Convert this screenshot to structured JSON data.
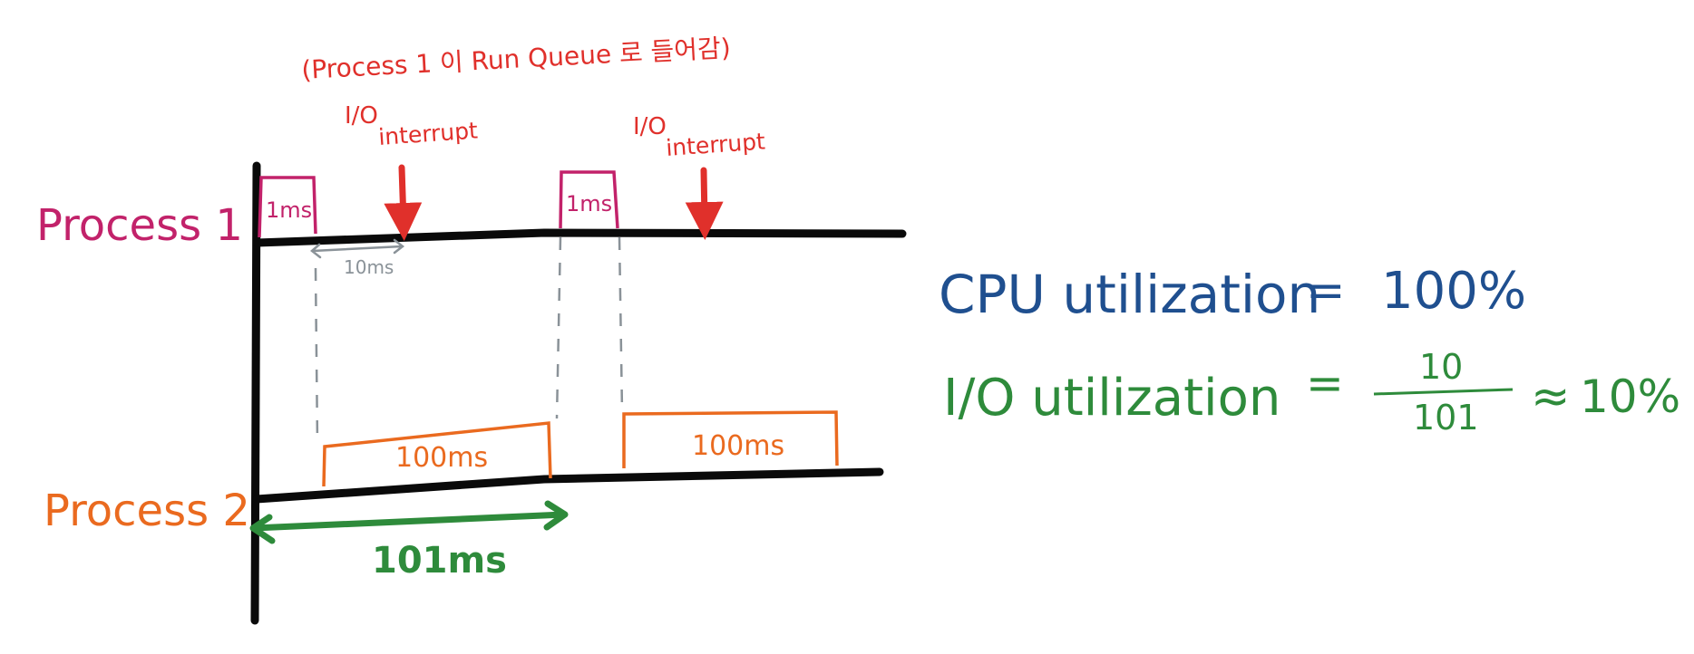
{
  "colors": {
    "black": "#0a0a0a",
    "process1": "#c2226a",
    "process2": "#ea6a1f",
    "interrupt": "#e0302b",
    "gray": "#8a9298",
    "green": "#2e8b3b",
    "blue": "#1f4f8f"
  },
  "labels": {
    "process1": "Process 1",
    "process2": "Process 2",
    "runqueue_note": "(Process 1 이 Run Queue 로 들어감)",
    "io_1": "I/O",
    "interrupt_1": "interrupt",
    "io_2": "I/O",
    "interrupt_2": "interrupt",
    "p1_burst_1": "1ms",
    "p1_burst_2": "1ms",
    "gap_10ms": "10ms",
    "p2_burst_1": "100ms",
    "p2_burst_2": "100ms",
    "cycle_101ms": "101ms"
  },
  "equations": {
    "cpu_label": "CPU utilization",
    "cpu_eq": "=",
    "cpu_value": "100%",
    "io_label": "I/O utilization",
    "io_eq": "=",
    "io_numerator": "10",
    "io_denominator": "101",
    "io_approx": "≈",
    "io_value": "10%"
  }
}
